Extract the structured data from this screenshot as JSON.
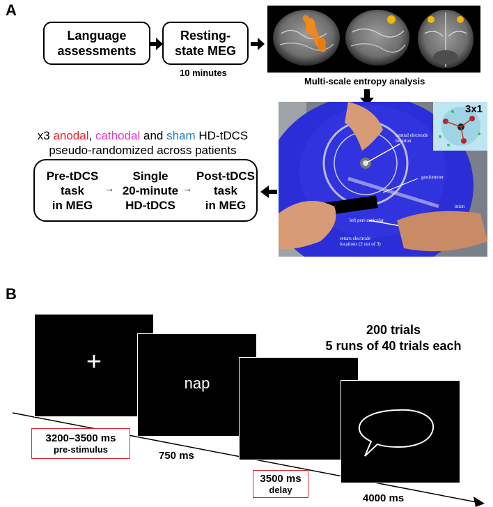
{
  "panel_a": {
    "letter": "A",
    "boxes": [
      {
        "label": "Language\nassessments"
      },
      {
        "label": "Resting-\nstate MEG"
      }
    ],
    "duration": "10 minutes",
    "analysis_label": "Multi-scale entropy analysis",
    "condition_line": {
      "prefix": "x3",
      "anodal": "anodal",
      "cathodal": "cathodal",
      "and": "and",
      "sham": "sham",
      "suffix": "HD-tDCS"
    },
    "condition_line2": "pseudo-randomized across patients",
    "stages": [
      {
        "label": "Pre-tDCS\ntask\nin MEG"
      },
      {
        "label": "Single\n20-minute\nHD-tDCS"
      },
      {
        "label": "Post-tDCS\ntask\nin MEG"
      }
    ],
    "photo_labels": {
      "central": "central electrode\nlocation",
      "goniometer": "goniometer",
      "inion": "inion",
      "left_peri": "left peri-auricular",
      "return": "return electrode\nlocations (2 out of 3)",
      "montage": "3x1"
    },
    "colors": {
      "anodal": "#e8202a",
      "cathodal": "#e23bc4",
      "sham": "#1f7fc8",
      "cap": "#2b2ed6"
    }
  },
  "panel_b": {
    "letter": "B",
    "trials_line1": "200 trials",
    "trials_line2": "5 runs of 40 trials each",
    "fixation_symbol": "+",
    "stimulus_word": "nap",
    "timings": [
      {
        "value": "3200–3500 ms",
        "sub": "pre-stimulus"
      },
      {
        "value": "750 ms"
      },
      {
        "value": "3500 ms",
        "sub": "delay"
      },
      {
        "value": "4000 ms"
      }
    ]
  }
}
